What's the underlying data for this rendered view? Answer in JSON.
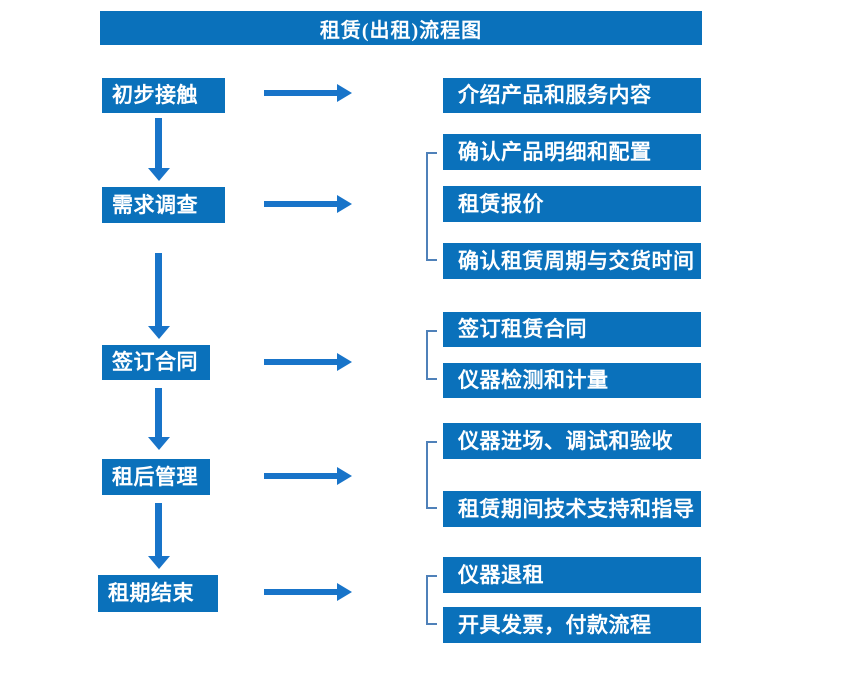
{
  "title": "租赁(出租)流程图",
  "colors": {
    "box_blue": "#0a71bb",
    "arrow_blue": "#1874c9",
    "bracket_blue": "#4f81b9",
    "text_white": "#ffffff"
  },
  "steps": [
    {
      "label": "初步接触",
      "details": [
        "介绍产品和服务内容"
      ]
    },
    {
      "label": "需求调查",
      "details": [
        "确认产品明细和配置",
        "租赁报价",
        "确认租赁周期与交货时间"
      ]
    },
    {
      "label": "签订合同",
      "details": [
        "签订租赁合同",
        "仪器检测和计量"
      ]
    },
    {
      "label": "租后管理",
      "details": [
        "仪器进场、调试和验收",
        "租赁期间技术支持和指导"
      ]
    },
    {
      "label": "租期结束",
      "details": [
        "仪器退租",
        "开具发票，付款流程"
      ]
    }
  ]
}
